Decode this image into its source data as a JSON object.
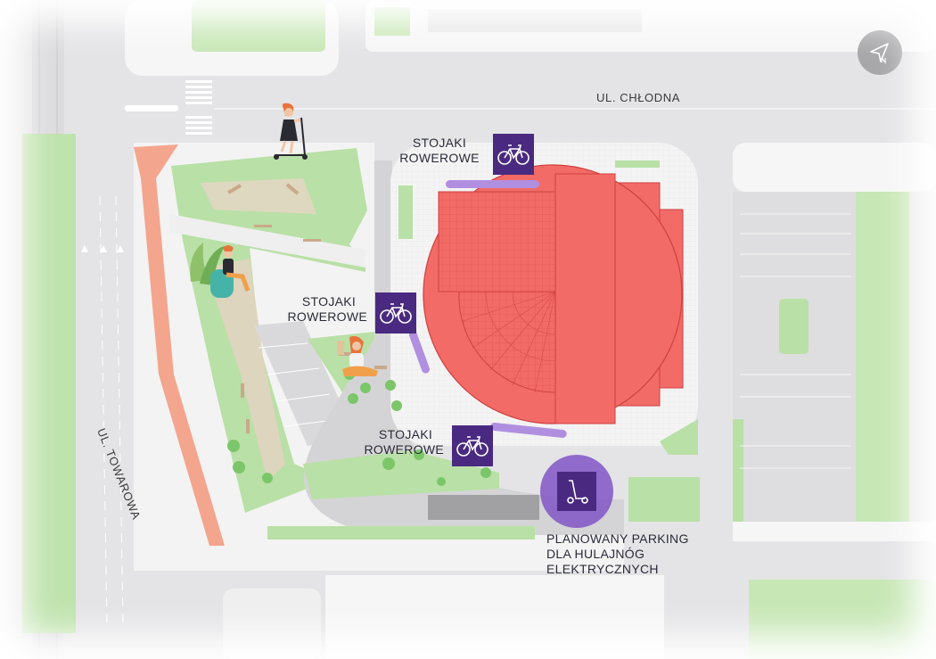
{
  "map": {
    "streets": {
      "north": "UL. CHŁODNA",
      "west": "UL. TOWAROWA"
    },
    "bike_racks": [
      {
        "lines": [
          "STOJAKI",
          "ROWEROWE"
        ],
        "icon": "bicycle-icon"
      },
      {
        "lines": [
          "STOJAKI",
          "ROWEROWE"
        ],
        "icon": "bicycle-icon"
      },
      {
        "lines": [
          "STOJAKI",
          "ROWEROWE"
        ],
        "icon": "bicycle-icon"
      }
    ],
    "scooter_parking": {
      "lines": [
        "PLANOWANY PARKING",
        "DLA HULAJNÓG",
        "ELEKTRYCZNYCH"
      ],
      "icon": "electric-scooter-icon"
    },
    "compass_icon": "north-arrow-icon",
    "colors": {
      "building": "#f26b67",
      "building_outline": "#d0413f",
      "lawn": "#b9e0a6",
      "road": "#e4e4e6",
      "sidewalk": "#f7f7f7",
      "bike_path": "#f4a58e",
      "bike_rack_badge": "#4a2a80",
      "rack_bar": "#b18fe0",
      "scooter_zone": "#7e50c4",
      "compass": "#a7a7a9"
    }
  }
}
